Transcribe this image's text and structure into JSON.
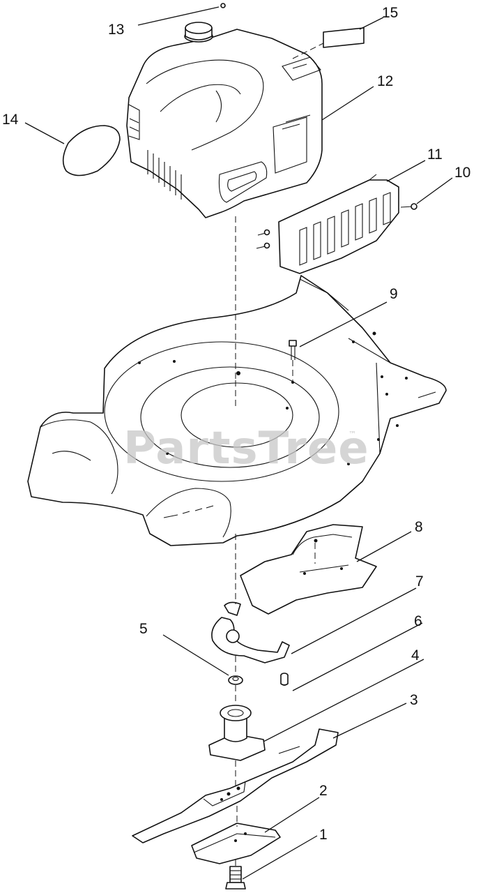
{
  "diagram": {
    "callouts": [
      "1",
      "2",
      "3",
      "4",
      "5",
      "6",
      "7",
      "8",
      "9",
      "10",
      "11",
      "12",
      "13",
      "14",
      "15"
    ],
    "watermark": "PartsTree",
    "watermark_mark": "™"
  }
}
